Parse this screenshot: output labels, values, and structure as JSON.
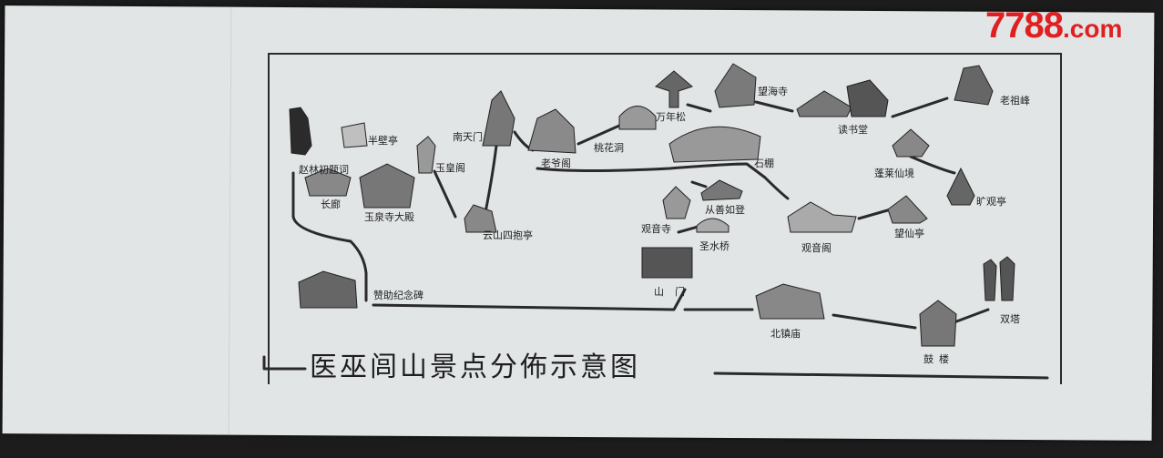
{
  "map_title": "医巫闾山景点分佈示意图",
  "watermark": {
    "brand": "7788",
    "domain": ".com"
  },
  "landmarks": [
    {
      "id": "zhaobingwen",
      "label": "赵林初题词"
    },
    {
      "id": "banbiting",
      "label": "半壁亭"
    },
    {
      "id": "yuhuangge",
      "label": "玉皇阁"
    },
    {
      "id": "changlang",
      "label": "长廊"
    },
    {
      "id": "yuquansi",
      "label": "玉泉寺大殿"
    },
    {
      "id": "nantianmen",
      "label": "南天门"
    },
    {
      "id": "yunshansi",
      "label": "云山四抱亭"
    },
    {
      "id": "laoyege",
      "label": "老爷阁"
    },
    {
      "id": "taohuadong",
      "label": "桃花洞"
    },
    {
      "id": "wannianchong",
      "label": "万年松"
    },
    {
      "id": "wanghaisi",
      "label": "望海寺"
    },
    {
      "id": "shipeng",
      "label": "石棚"
    },
    {
      "id": "dushutang",
      "label": "读书堂"
    },
    {
      "id": "laozufeng",
      "label": "老祖峰"
    },
    {
      "id": "penglaixianjing",
      "label": "蓬莱仙境"
    },
    {
      "id": "kuangguanting",
      "label": "旷观亭"
    },
    {
      "id": "congchuchudeng",
      "label": "从善如登"
    },
    {
      "id": "guanyinsi",
      "label": "观音寺"
    },
    {
      "id": "shengshuiqiao",
      "label": "圣水桥"
    },
    {
      "id": "guanyinge",
      "label": "观音阁"
    },
    {
      "id": "wangxianting",
      "label": "望仙亭"
    },
    {
      "id": "shanmen",
      "label": "山门"
    },
    {
      "id": "zanzhujinianbei",
      "label": "赞助纪念碑"
    },
    {
      "id": "beizhenmiao",
      "label": "北镇庙"
    },
    {
      "id": "gulou",
      "label": "鼓楼"
    },
    {
      "id": "shuangta",
      "label": "双塔"
    }
  ]
}
